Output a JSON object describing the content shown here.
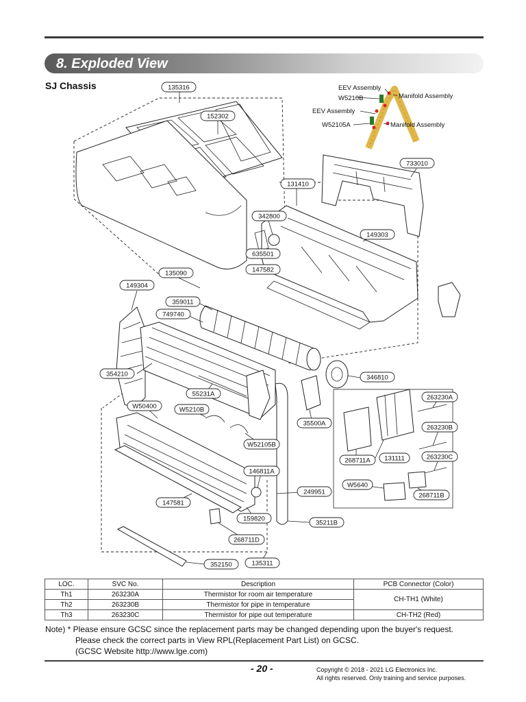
{
  "section": {
    "title": "8. Exploded View"
  },
  "chassis": {
    "title": "SJ Chassis"
  },
  "parts": {
    "p135316": "135316",
    "p152302": "152302",
    "p131410": "131410",
    "p733010": "733010",
    "p342800": "342800",
    "p149303": "149303",
    "p635501": "635501",
    "p147582": "147582",
    "p135090": "135090",
    "p149304": "149304",
    "p359011": "359011",
    "p749740": "749740",
    "p354210": "354210",
    "p346810": "346810",
    "p55231A": "55231A",
    "pW5210B": "W5210B",
    "pW50400": "W50400",
    "p35500A": "35500A",
    "pW52105B": "W52105B",
    "p263230A": "263230A",
    "p263230B": "263230B",
    "p263230C": "263230C",
    "p268711A": "268711A",
    "p131111": "131111",
    "p146811A": "146811A",
    "p249951": "249951",
    "pW5640": "W5640",
    "p268711B": "268711B",
    "p147581": "147581",
    "p159820": "159820",
    "p35211B": "35211B",
    "p268711D": "268711D",
    "p352150": "352150",
    "p135311": "135311"
  },
  "inset": {
    "eev1": "EEV Assembly",
    "w5210b": "W5210B",
    "manifold1": "Manifold Assembly",
    "eev2": "EEV Assembly",
    "w52105a": "W52105A",
    "manifold2": "Manifold Assembly"
  },
  "table": {
    "headers": [
      "LOC.",
      "SVC No.",
      "Description",
      "PCB Connector (Color)"
    ],
    "rows": [
      {
        "loc": "Th1",
        "svc": "263230A",
        "desc": "Thermistor for room air temperature",
        "conn": "CH-TH1 (White)"
      },
      {
        "loc": "Th2",
        "svc": "263230B",
        "desc": "Thermistor for pipe in temperature"
      },
      {
        "loc": "Th3",
        "svc": "263230C",
        "desc": "Thermistor for pipe out temperature",
        "conn": "CH-TH2 (Red)"
      }
    ]
  },
  "note": {
    "line1": "Note) * Please ensure GCSC since the replacement parts may be changed depending upon the buyer's request.",
    "line2": "Please check the correct parts in View RPL(Replacement Part List) on GCSC.",
    "line3": "(GCSC Website http://www.lge.com)"
  },
  "footer": {
    "page": "- 20 -",
    "copyright1": "Copyright © 2018 - 2021 LG Electronics Inc.",
    "copyright2": "All rights reserved. Only training and service purposes."
  }
}
